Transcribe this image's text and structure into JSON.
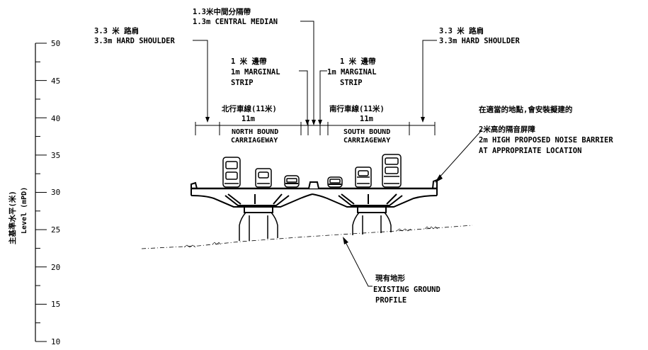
{
  "axis": {
    "label_zh": "主基準水平(米)",
    "label_en": "Level (mPD)",
    "ticks": [
      "50",
      "45",
      "40",
      "35",
      "30",
      "25",
      "20",
      "15",
      "10"
    ]
  },
  "labels": {
    "left_shoulder_zh": "3.3 米 路肩",
    "left_shoulder_en": "3.3m HARD SHOULDER",
    "median_zh": "1.3米中間分隔帶",
    "median_en": "1.3m CENTRAL MEDIAN",
    "right_shoulder_zh": "3.3 米 路肩",
    "right_shoulder_en": "3.3m HARD SHOULDER",
    "left_strip_zh": "1 米 邊帶",
    "left_strip_en1": "1m MARGINAL",
    "left_strip_en2": "STRIP",
    "right_strip_zh": "1 米 邊帶",
    "right_strip_en1": "1m MARGINAL",
    "right_strip_en2": "STRIP",
    "north_zh": "北行車線(11米)",
    "north_dim": "11m",
    "north_en1": "NORTH BOUND",
    "north_en2": "CARRIAGEWAY",
    "south_zh": "南行車線(11米)",
    "south_dim": "11m",
    "south_en1": "SOUTH BOUND",
    "south_en2": "CARRIAGEWAY",
    "barrier_zh1": "在適當的地點,會安裝擬建的",
    "barrier_zh2": "2米高的隔音屏障",
    "barrier_en1": "2m HIGH PROPOSED NOISE BARRIER",
    "barrier_en2": "AT APPROPRIATE LOCATION",
    "ground_zh": "現有地形",
    "ground_en1": "EXISTING GROUND",
    "ground_en2": "PROFILE"
  }
}
